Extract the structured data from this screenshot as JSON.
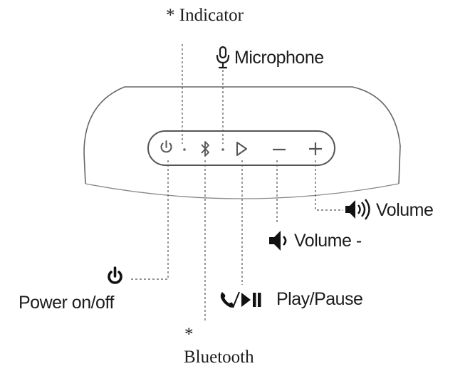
{
  "diagram": {
    "speaker_buttons": [
      {
        "icon": "power-icon"
      },
      {
        "icon": "bluetooth-icon"
      },
      {
        "icon": "play-icon"
      },
      {
        "icon": "minus-icon"
      },
      {
        "icon": "plus-icon"
      }
    ],
    "labels": {
      "indicator": "* Indicator",
      "microphone": "Microphone",
      "volume_up": "Volume",
      "volume_down": "Volume -",
      "power": "Power on/off",
      "play_pause": "Play/Pause",
      "bluetooth_star": "*",
      "bluetooth": "Bluetooth"
    },
    "colors": {
      "line": "#555555",
      "text": "#1c1c1c",
      "icon_dark": "#111111"
    }
  }
}
